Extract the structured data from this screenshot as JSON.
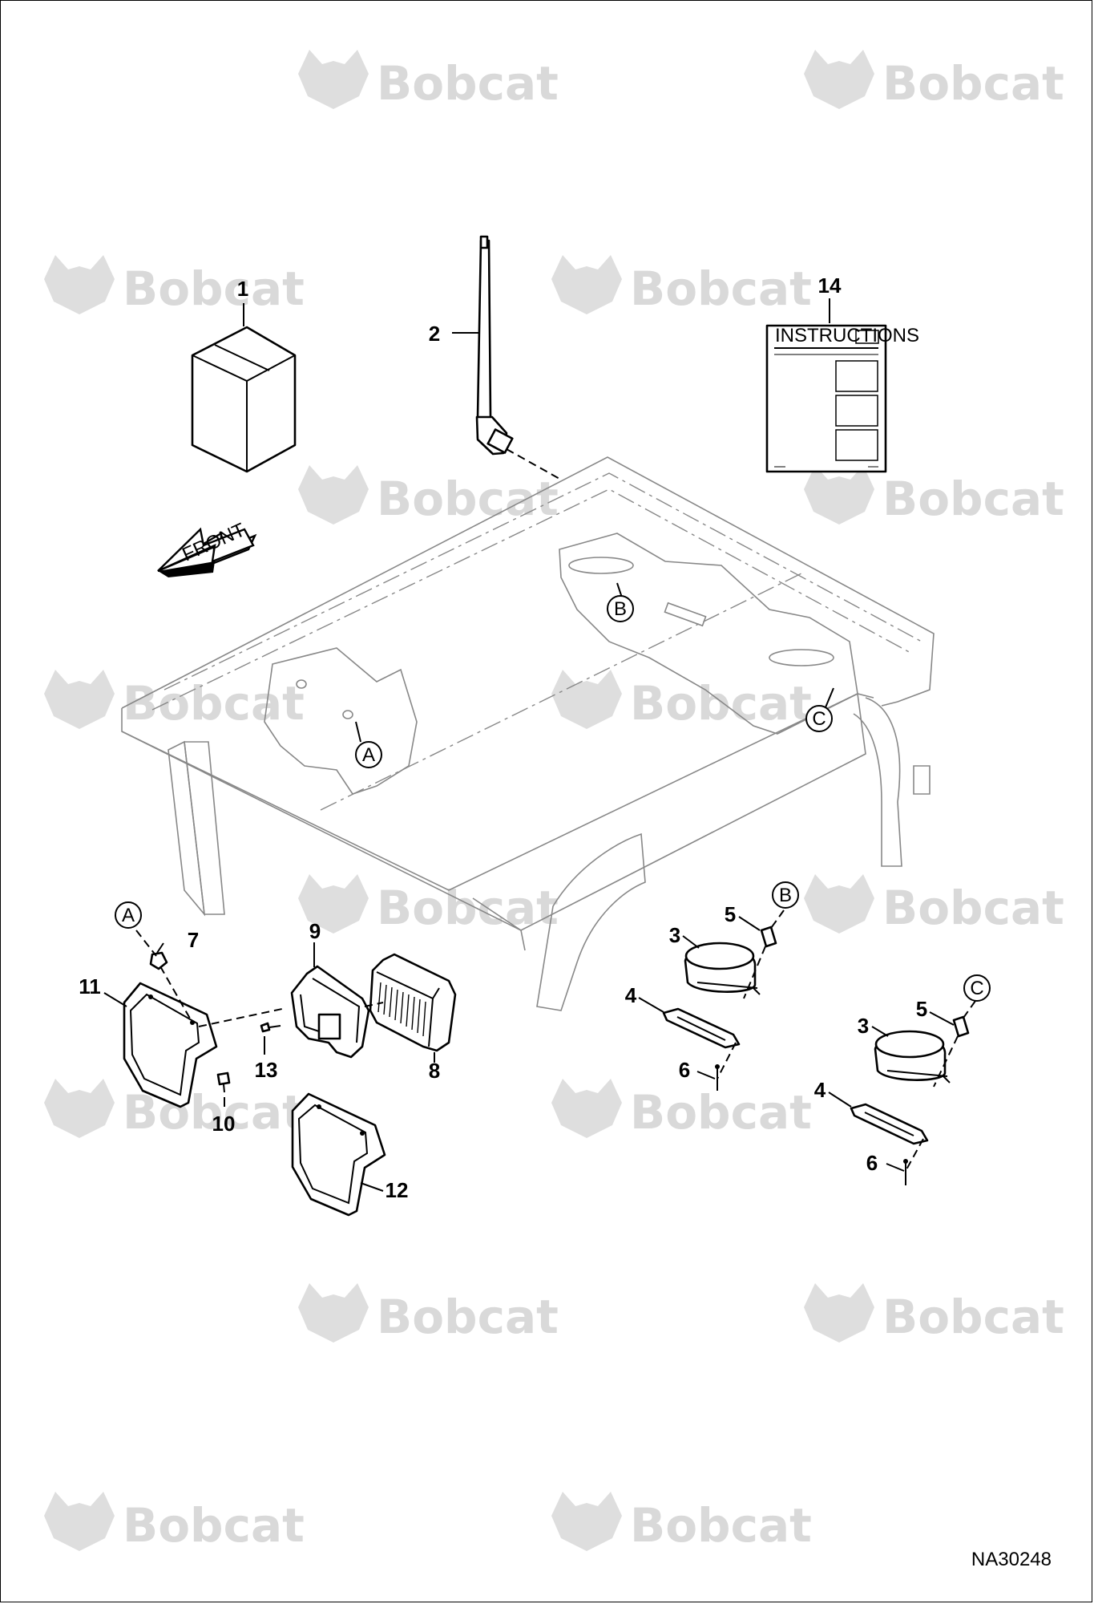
{
  "watermark": {
    "text": "Bobcat",
    "logo_icon": "bobcat-head-logo"
  },
  "figure_id": "NA30248",
  "front_arrow": {
    "label": "FRONT"
  },
  "instructions": {
    "title": "INSTRUCTIONS"
  },
  "callouts": {
    "c1": "1",
    "c2": "2",
    "c3a": "3",
    "c3b": "3",
    "c4a": "4",
    "c4b": "4",
    "c5a": "5",
    "c5b": "5",
    "c6a": "6",
    "c6b": "6",
    "c7": "7",
    "c8": "8",
    "c9": "9",
    "c10": "10",
    "c11": "11",
    "c12": "12",
    "c13": "13",
    "c14": "14"
  },
  "refs": {
    "a_cab": "A",
    "b_cab": "B",
    "c_cab": "C",
    "a_detail": "A",
    "b_detail": "B",
    "c_detail": "C"
  },
  "colors": {
    "cab_outline": "#888888",
    "parts": "#000000",
    "watermark": "#d9d9d9"
  }
}
